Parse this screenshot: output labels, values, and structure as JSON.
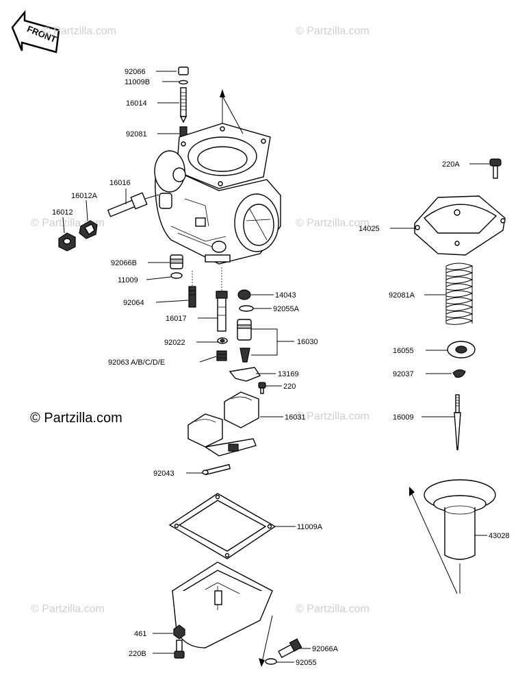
{
  "front_badge": "FRONT",
  "watermarks": [
    "© Partzilla.com",
    "© Partzilla.com",
    "© Partzilla.com",
    "© Partzilla.com",
    "© Partzilla.com",
    "© Partzilla.com",
    "© Partzilla.com"
  ],
  "main_watermark": "© Partzilla.com",
  "labels": [
    "92066",
    "11009B",
    "16014",
    "92081",
    "16016",
    "16012A",
    "16012",
    "92066B",
    "11009",
    "92064",
    "16017",
    "14043",
    "92055A",
    "92022",
    "16030",
    "92063 A/B/C/D/E",
    "13169",
    "220",
    "16031",
    "92043",
    "11009A",
    "461",
    "220B",
    "92066A",
    "92055",
    "220A",
    "14025",
    "92081A",
    "16055",
    "92037",
    "16009",
    "43028"
  ]
}
